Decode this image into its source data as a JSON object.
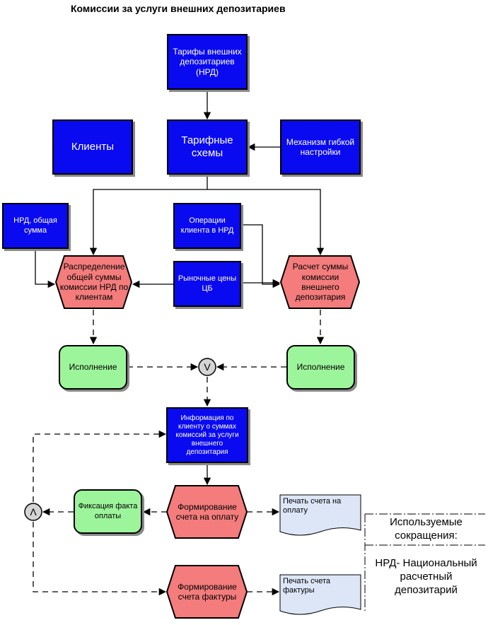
{
  "title": "Комиссии за услуги внешних депозитариев",
  "nodes": {
    "tariffs_nrd": "Тарифы внешних депозитариев (НРД)",
    "clients": "Клиенты",
    "tariff_schemes": "Тарифные схемы",
    "flex_mechanism": "Механизм гибкой настройки",
    "nrd_total": "НРД, общая сумма",
    "client_ops": "Операции клиента в НРД",
    "market_prices": "Рыночные цены ЦБ",
    "distribution": "Распределение общей суммы комиссии НРД по клиентам",
    "calc_commission": "Расчет суммы комиссии внешнего депозитария",
    "exec_left": "Исполнение",
    "exec_right": "Исполнение",
    "client_info": "Информация по клиенту о суммах комиссий за услуги внешнего депозитария",
    "form_invoice": "Формирование счета на оплату",
    "payment_fix": "Фиксация факта оплаты",
    "form_facture": "Формирование счета фактуры",
    "print_invoice": "Печать счета на оплату",
    "print_facture": "Печать счета фактуры"
  },
  "operators": {
    "or": "V",
    "and": "Λ"
  },
  "abbreviations": {
    "title": "Используемые сокращения:",
    "items": [
      "НРД- Национальный расчетный депозитарий"
    ]
  },
  "colors": {
    "process_blue": "#0a0af0",
    "function_red": "#f47c7c",
    "event_green": "#9cf59a",
    "document": "#dde6f7"
  }
}
